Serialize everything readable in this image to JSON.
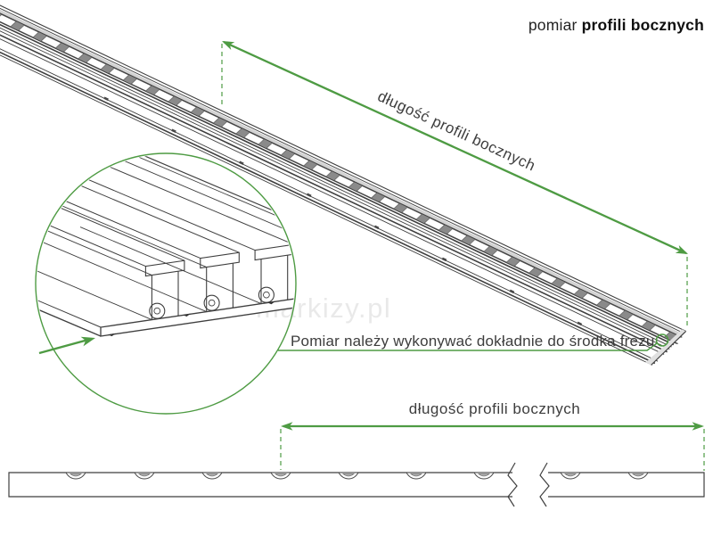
{
  "title": {
    "regular": "pomiar ",
    "bold": "profili bocznych"
  },
  "labels": {
    "diagonal_dimension": "długość profili bocznych",
    "bottom_dimension": "długość profili bocznych",
    "callout": "Pomiar należy wykonywać dokładnie do środka frezu"
  },
  "watermark": "markizy.pl",
  "colors": {
    "accent": "#4e9b43",
    "line": "#3f3f3f",
    "text": "#3d3d3d"
  }
}
